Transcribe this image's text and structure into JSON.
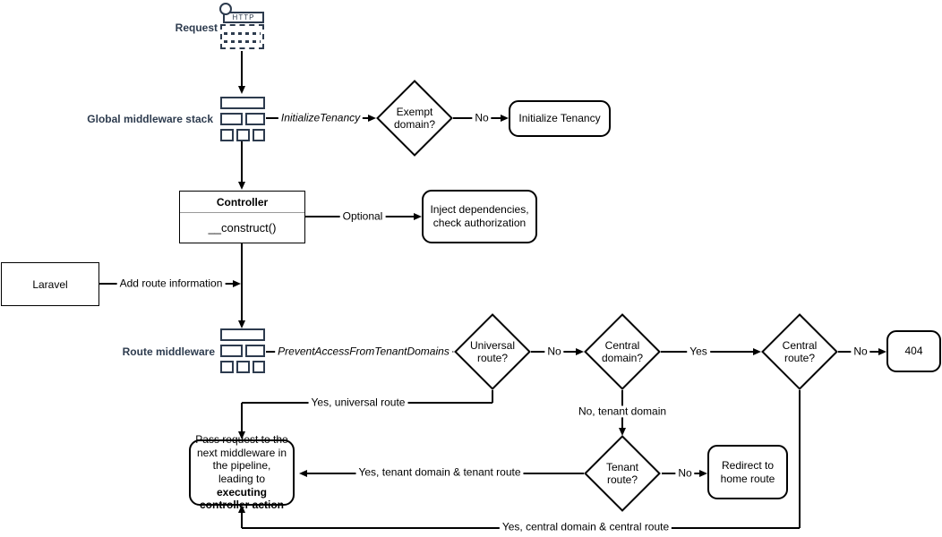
{
  "canvas": {
    "background": "#ffffff",
    "accent_navy": "#2d3b4e",
    "stroke": "#000000"
  },
  "labels": {
    "request": "Request",
    "global_middleware_stack": "Global middleware stack",
    "route_middleware": "Route middleware"
  },
  "icons": {
    "http_request_text": "HTTP"
  },
  "nodes": {
    "exempt_domain": "Exempt domain?",
    "initialize_tenancy": "Initialize Tenancy",
    "controller_title": "Controller",
    "controller_method": "__construct()",
    "inject_dependencies": "Inject dependencies, check authorization",
    "laravel": "Laravel",
    "universal_route": "Universal route?",
    "central_domain": "Central domain?",
    "central_route": "Central route?",
    "not_found": "404",
    "tenant_route": "Tenant route?",
    "redirect_home": "Redirect to home route",
    "pass_request_text": "Pass request to the next middleware in the pipeline, leading to ",
    "pass_request_bold": "executing controller action"
  },
  "edge_labels": {
    "initialize_tenancy_mw": "InitializeTenancy",
    "exempt_no": "No",
    "optional": "Optional",
    "add_route_information": "Add route information",
    "prevent_access_mw": "PreventAccessFromTenantDomains",
    "universal_no": "No",
    "central_domain_yes": "Yes",
    "central_route_no": "No",
    "yes_universal_route": "Yes, universal route",
    "no_tenant_domain": "No, tenant domain",
    "yes_tenant_route": "Yes, tenant domain & tenant route",
    "tenant_no": "No",
    "yes_central_route": "Yes, central domain & central route"
  }
}
